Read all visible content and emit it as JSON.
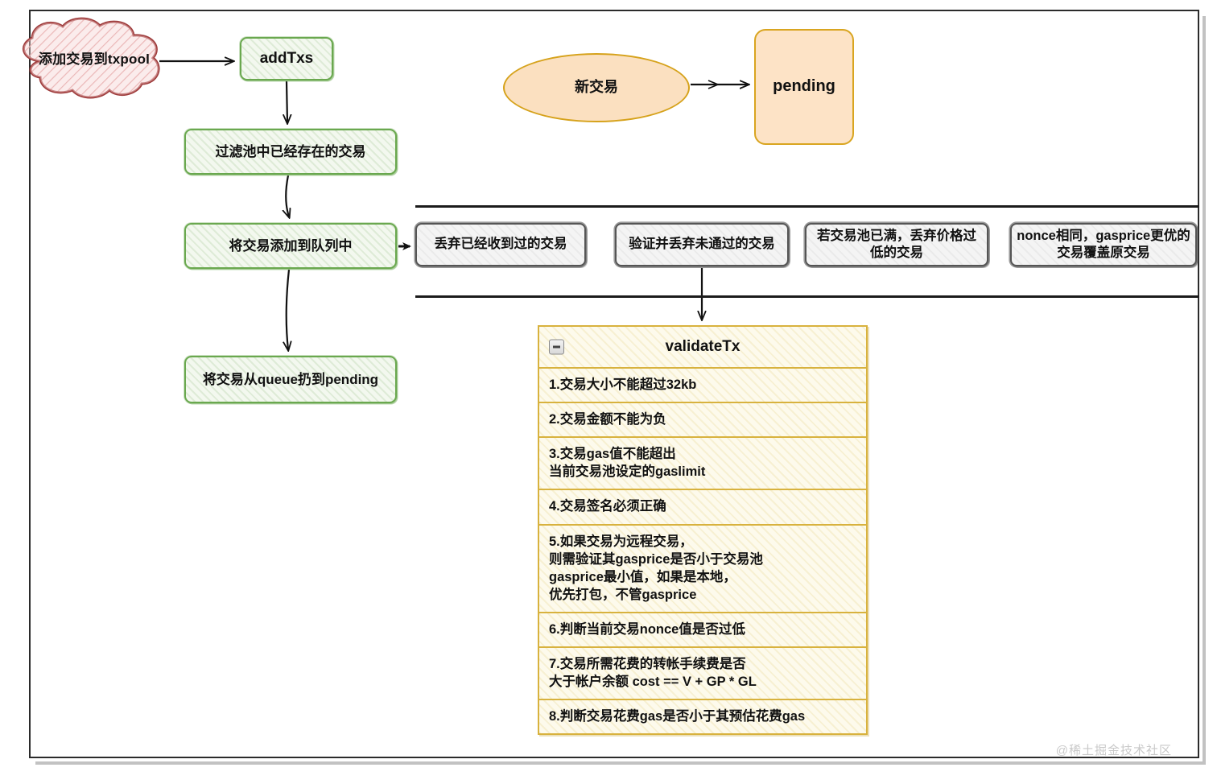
{
  "diagram": {
    "title": "txpool addTxs / validateTx flow",
    "watermark": "@稀土掘金技术社区",
    "colors": {
      "cloud_stroke": "#9e3b3b",
      "cloud_fill": "#f6d4d4",
      "green_stroke": "#6aa84f",
      "green_fill": "#f3f8ef",
      "orange_stroke": "#d9a520",
      "orange_fill": "#fde3c6",
      "grey_stroke": "#555555",
      "grey_fill": "#f4f4f4",
      "panel_stroke": "#d8b23e",
      "panel_fill": "#fdfaec",
      "arrow": "#111111"
    }
  },
  "left_flow": {
    "cloud_label": "添加交易到txpool",
    "nodes": [
      {
        "id": "addtxs",
        "label": "addTxs"
      },
      {
        "id": "filter",
        "label": "过滤池中已经存在的交易"
      },
      {
        "id": "queue",
        "label": "将交易添加到队列中"
      },
      {
        "id": "pendingmove",
        "label": "将交易从queue扔到pending"
      }
    ]
  },
  "top_right_flow": {
    "ellipse_label": "新交易",
    "box_label": "pending"
  },
  "checks_row": {
    "items": [
      {
        "id": "g1",
        "label": "丢弃已经收到过的交易"
      },
      {
        "id": "g2",
        "label": "验证并丢弃未通过的交易"
      },
      {
        "id": "g3",
        "label": "若交易池已满，丢弃价格过低的交易"
      },
      {
        "id": "g4",
        "label": "nonce相同，gasprice更优的交易覆盖原交易"
      }
    ]
  },
  "validate_panel": {
    "header": "validateTx",
    "collapse_icon": "minus-icon",
    "rows": [
      {
        "n": "1",
        "text": "1.交易大小不能超过32kb"
      },
      {
        "n": "2",
        "text": "2.交易金额不能为负"
      },
      {
        "n": "3",
        "text": "3.交易gas值不能超出\n当前交易池设定的gaslimit"
      },
      {
        "n": "4",
        "text": "4.交易签名必须正确"
      },
      {
        "n": "5",
        "text": "5.如果交易为远程交易，\n则需验证其gasprice是否小于交易池\ngasprice最小值，如果是本地，\n优先打包，不管gasprice"
      },
      {
        "n": "6",
        "text": "6.判断当前交易nonce值是否过低"
      },
      {
        "n": "7",
        "text": "7.交易所需花费的转帐手续费是否\n大于帐户余额  cost == V + GP * GL"
      },
      {
        "n": "8",
        "text": "8.判断交易花费gas是否小于其预估花费gas"
      }
    ]
  }
}
